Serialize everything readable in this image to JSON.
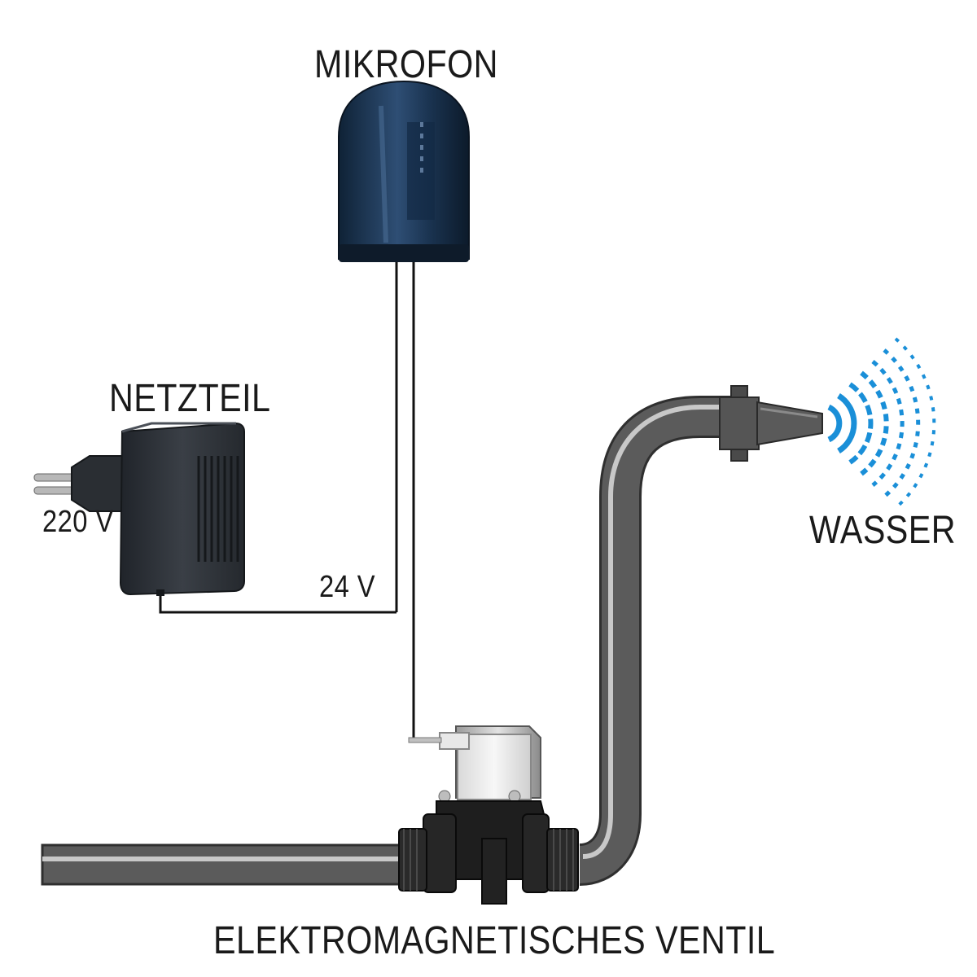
{
  "labels": {
    "microphone": "MIKROFON",
    "power_supply": "NETZTEIL",
    "mains_voltage": "220 V",
    "output_voltage": "24 V",
    "water": "WASSER",
    "valve": "ELEKTROMAGNETISCHES VENTIL"
  },
  "colors": {
    "background": "#ffffff",
    "text": "#1a1a1a",
    "wire": "#111111",
    "pipe": "#5b5b5b",
    "pipe_outline": "#333333",
    "pipe_highlight": "#c8c8c8",
    "microphone": "#1f3550",
    "power_supply": "#2c3036",
    "valve_body": "#1e1e1e",
    "valve_coil": "#eeeeee",
    "water_spray": "#1a8fd8"
  }
}
